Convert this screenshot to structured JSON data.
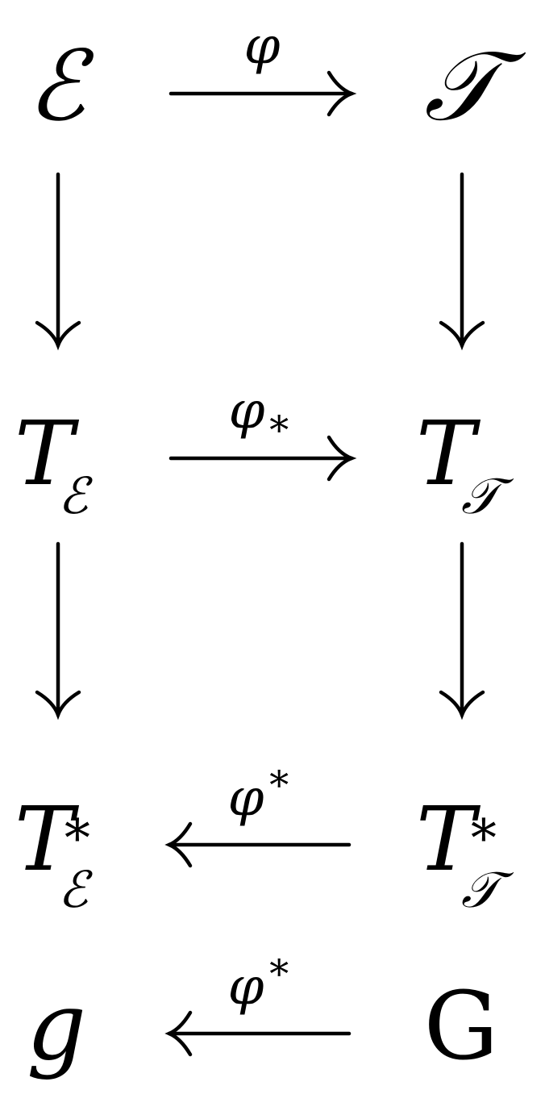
{
  "nodes": {
    "top_left": {
      "main": "ℰ",
      "sub": "",
      "sup": ""
    },
    "top_right": {
      "main": "𝒯",
      "sub": "",
      "sup": ""
    },
    "mid_left": {
      "main": "T",
      "sub": "ℰ",
      "sup": ""
    },
    "mid_right": {
      "main": "T",
      "sub": "𝒯",
      "sup": ""
    },
    "dual_left": {
      "main": "T",
      "sub": "ℰ",
      "sup": "∗"
    },
    "dual_right": {
      "main": "T",
      "sub": "𝒯",
      "sup": "∗"
    },
    "bottom_left": {
      "main": "g",
      "sub": "",
      "sup": ""
    },
    "bottom_right": {
      "main": "G",
      "sub": "",
      "sup": ""
    }
  },
  "arrows": {
    "row1": {
      "label": "φ",
      "label_script": "",
      "direction": "right"
    },
    "row2": {
      "label": "φ",
      "label_script": "∗",
      "script_position": "sub",
      "direction": "right"
    },
    "row3": {
      "label": "φ",
      "label_script": "∗",
      "script_position": "sup",
      "direction": "left"
    },
    "row4": {
      "label": "φ",
      "label_script": "∗",
      "script_position": "sup",
      "direction": "left"
    },
    "col_left_1": {
      "direction": "down"
    },
    "col_left_2": {
      "direction": "down"
    },
    "col_right_1": {
      "direction": "down"
    },
    "col_right_2": {
      "direction": "down"
    }
  }
}
